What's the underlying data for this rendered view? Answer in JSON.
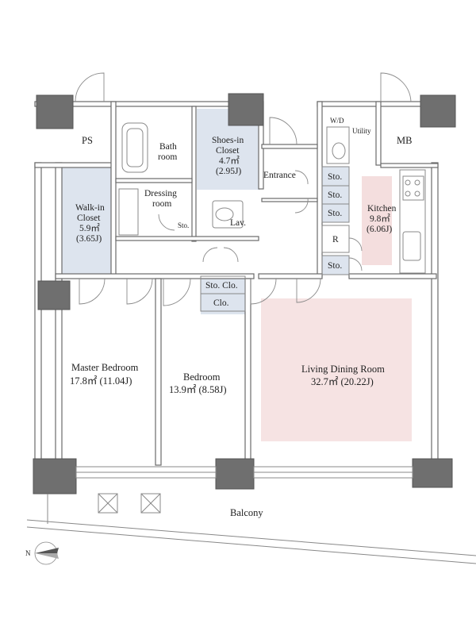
{
  "colors": {
    "wall": "#6a6a6a",
    "column": "#6f6f6f",
    "storage_highlight": "#dde4ee",
    "living_highlight": "#f6e3e3",
    "kitchen_highlight": "#f4dede"
  },
  "rooms": {
    "ps": "PS",
    "mb": "MB",
    "bath_1": "Bath",
    "bath_2": "room",
    "shoes_1": "Shoes-in",
    "shoes_2": "Closet",
    "shoes_3": "4.7㎡",
    "shoes_4": "(2.95J)",
    "wd": "W/D",
    "utility": "Utility",
    "entrance": "Entrance",
    "dressing_1": "Dressing",
    "dressing_2": "room",
    "walkin_1": "Walk-in",
    "walkin_2": "Closet",
    "walkin_3": "5.9㎡",
    "walkin_4": "(3.65J)",
    "lav": "Lav.",
    "sto": "Sto.",
    "kitchen_1": "Kitchen",
    "kitchen_2": "9.8㎡",
    "kitchen_3": "(6.06J)",
    "refrigerator": "R",
    "sto_clo": "Sto. Clo.",
    "clo": "Clo.",
    "master_1": "Master Bedroom",
    "master_2": "17.8㎡ (11.04J)",
    "bedroom_1": "Bedroom",
    "bedroom_2": "13.9㎡ (8.58J)",
    "living_1": "Living Dining Room",
    "living_2": "32.7㎡ (20.22J)",
    "balcony": "Balcony"
  },
  "compass": {
    "north": "N",
    "icon": "compass-arrow-icon"
  }
}
